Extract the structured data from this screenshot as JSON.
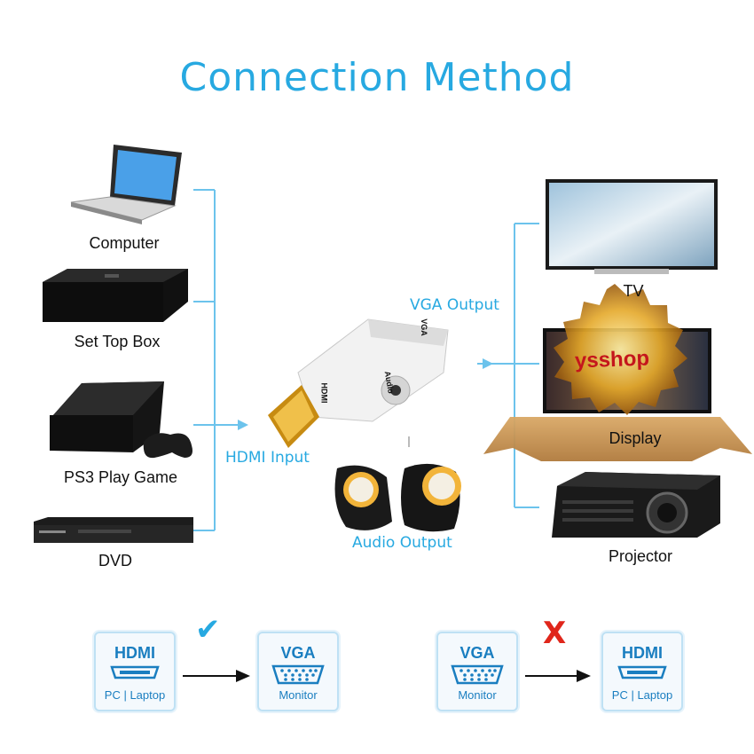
{
  "title": "Connection Method",
  "inputs": [
    {
      "label": "Computer"
    },
    {
      "label": "Set Top Box"
    },
    {
      "label": "PS3 Play Game"
    },
    {
      "label": "DVD"
    }
  ],
  "adapter": {
    "input_label": "HDMI Input",
    "output_label": "VGA Output",
    "audio_label": "Audio Output",
    "port_hdmi": "HDMI",
    "port_vga": "VGA",
    "port_audio": "Audio"
  },
  "outputs": [
    {
      "label": "TV"
    },
    {
      "label": "Display"
    },
    {
      "label": "Projector"
    }
  ],
  "watermark": "ysshop",
  "compat": {
    "valid": {
      "from": {
        "top": "HDMI",
        "bottom": "PC | Laptop"
      },
      "to": {
        "top": "VGA",
        "bottom": "Monitor"
      },
      "mark": "✔",
      "mark_color": "#27a9e1"
    },
    "invalid": {
      "from": {
        "top": "VGA",
        "bottom": "Monitor"
      },
      "to": {
        "top": "HDMI",
        "bottom": "PC | Laptop"
      },
      "mark": "X",
      "mark_color": "#e0261b"
    }
  },
  "colors": {
    "accent": "#27a9e1",
    "line": "#6cc3ec"
  }
}
